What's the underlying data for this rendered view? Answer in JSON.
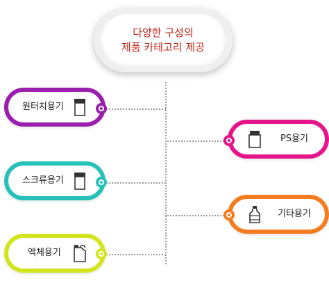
{
  "title": {
    "line1": "다양한 구성의",
    "line2": "제품 카테고리 제공",
    "color": "#c0261b"
  },
  "categories": [
    {
      "label": "원터치용기",
      "icon": "cylinder-jar-icon",
      "color": "#9b1fae",
      "side": "left"
    },
    {
      "label": "스크류용기",
      "icon": "cylinder-jar-icon",
      "color": "#26c1b8",
      "side": "left"
    },
    {
      "label": "액체용기",
      "icon": "jerry-can-icon",
      "color": "#d2e41d",
      "side": "left"
    },
    {
      "label": "PS용기",
      "icon": "rectangular-jar-icon",
      "color": "#e5148a",
      "side": "right"
    },
    {
      "label": "기타용기",
      "icon": "bottle-icon",
      "color": "#f47c1f",
      "side": "right"
    }
  ]
}
